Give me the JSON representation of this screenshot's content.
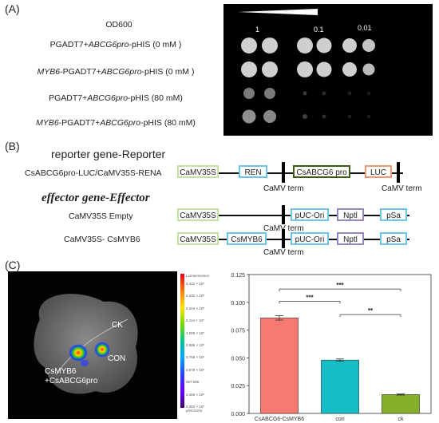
{
  "panel_a": {
    "label": "(A)",
    "header": "OD600",
    "dilutions": [
      "1",
      "0.1",
      "0.01"
    ],
    "rows": [
      {
        "p1": "PGADT7+",
        "p2": "ABCG6pro",
        "p3": "-pHIS (0 mM )"
      },
      {
        "p0": "MYB6",
        "p1": "-PGADT7+",
        "p2": "ABCG6pro",
        "p3": "-pHIS (0 mM )"
      },
      {
        "p1": "PGADT7+",
        "p2": "ABCG6pro",
        "p3": "-pHIS (80 mM)"
      },
      {
        "p0": "MYB6",
        "p1": "-PGADT7+",
        "p2": "ABCG6pro",
        "p3": "-pHIS (80 mM)"
      }
    ]
  },
  "panel_b": {
    "label": "(B)",
    "reporter_title": "reporter gene-Reporter",
    "effector_title": "effector gene-Effector",
    "reporter_construct": "CsABCG6pro-LUC/CaMV35S-RENA",
    "empty_construct": "CaMV35S Empty",
    "myb_construct": "CaMV35S- CsMYB6",
    "boxes": {
      "camv35s": "CaMV35S",
      "ren": "REN",
      "csabcg6pro": "CsABCG6 pro",
      "luc": "LUC",
      "puc_ori": "pUC-Ori",
      "nptl": "Nptl",
      "psa": "pSa",
      "csmyb6": "CsMYB6"
    },
    "term": "CaMV term"
  },
  "panel_c": {
    "label": "(C)",
    "leaf_labels": {
      "ck": "CK",
      "con": "CON",
      "test_line1": "CsMYB6",
      "test_line2": "+CsABCG6pro"
    },
    "scale_title": "Luminescence",
    "scale_values": [
      "4.442 × 10⁵",
      "4.332 × 10⁵",
      "4.224 × 10⁵",
      "4.114 × 10⁵",
      "4.006 × 10⁵",
      "3.896 × 10⁵",
      "3.789 × 10⁵",
      "3.678 × 10⁵",
      "357,065",
      "3.460 × 10⁵",
      "3.353 × 10⁵"
    ],
    "scale_unit": "p/s/cm2/sr"
  },
  "chart_data": {
    "type": "bar",
    "categories": [
      "CsABCG6-CsMYB6",
      "con",
      "ck"
    ],
    "values": [
      0.086,
      0.048,
      0.017
    ],
    "errors": [
      0.002,
      0.001,
      0.0005
    ],
    "colors": [
      "#f77a72",
      "#16bcc6",
      "#86b02c"
    ],
    "ylim": [
      0,
      0.125
    ],
    "yticks": [
      "0.000",
      "0.025",
      "0.050",
      "0.075",
      "0.100",
      "0.125"
    ],
    "significance": [
      {
        "from": 0,
        "to": 2,
        "label": "***"
      },
      {
        "from": 0,
        "to": 1,
        "label": "***"
      },
      {
        "from": 1,
        "to": 2,
        "label": "**"
      }
    ],
    "title": "",
    "xlabel": "",
    "ylabel": ""
  }
}
